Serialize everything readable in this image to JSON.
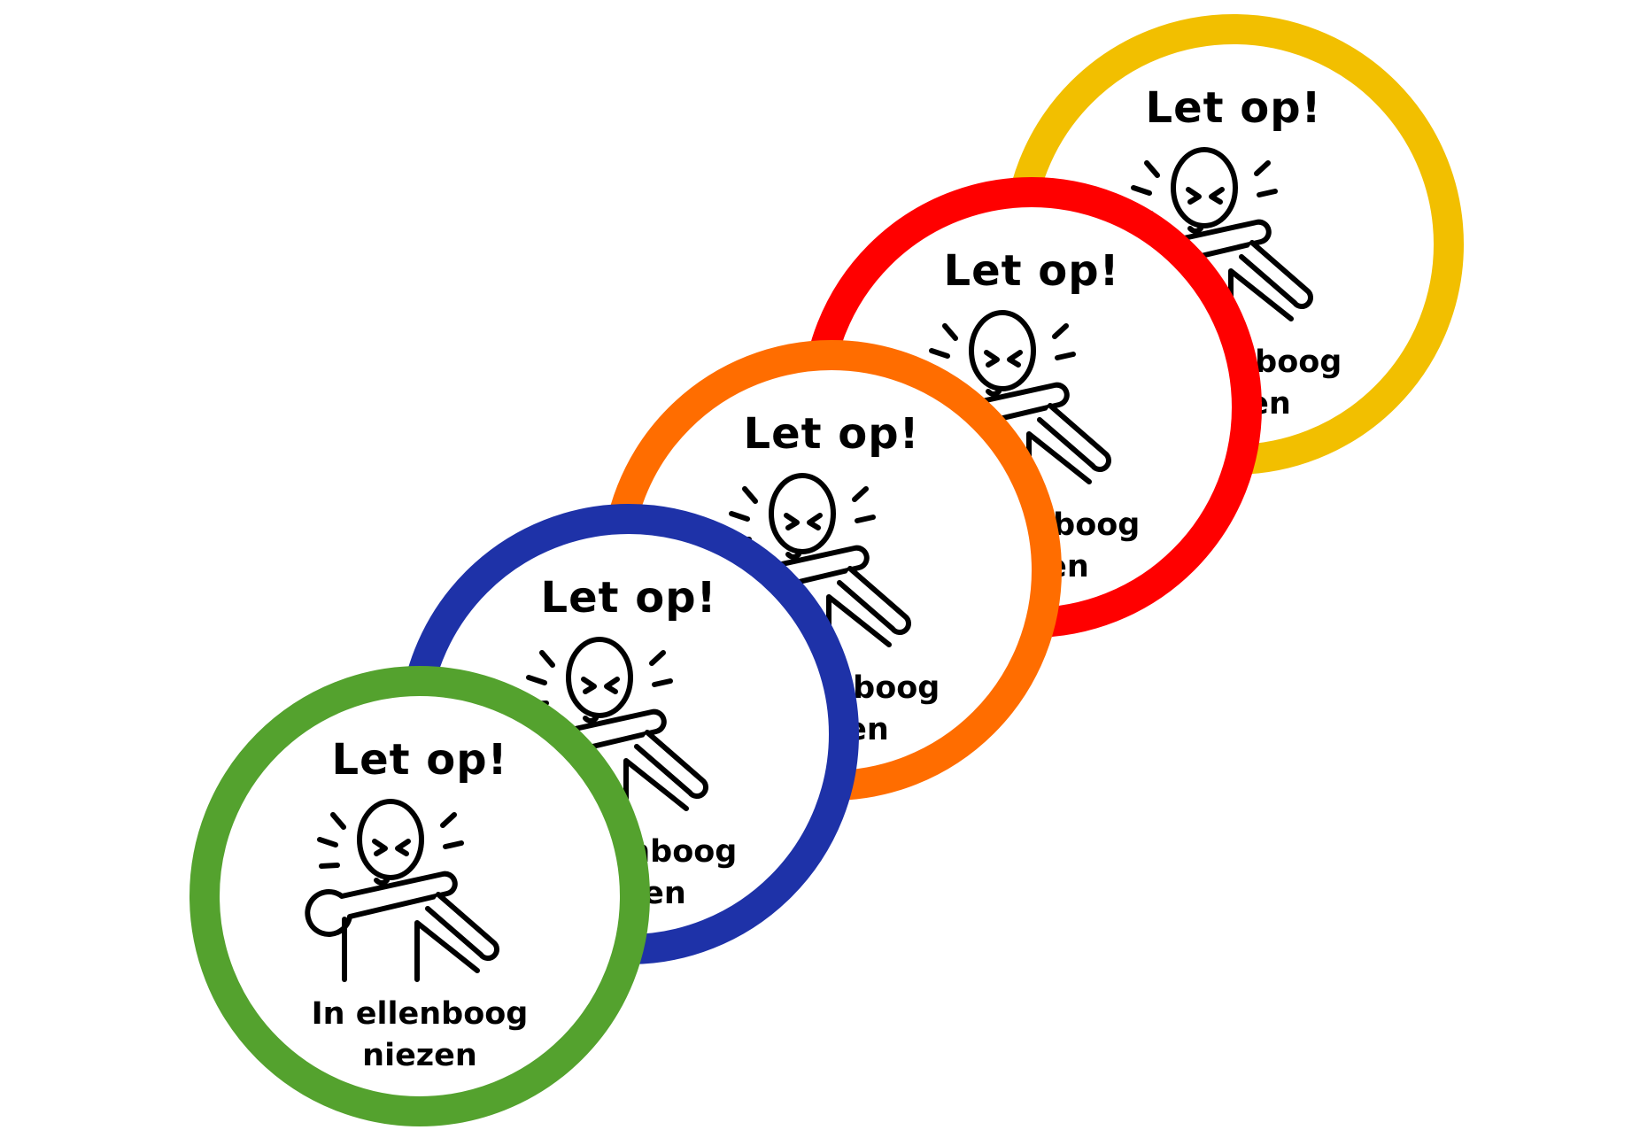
{
  "stickers": [
    {
      "ring_color": "#F2BF00",
      "title": "Let op!",
      "caption_line1": "In ellenboog",
      "caption_line2": "niezen",
      "icon": "sneezing-person-icon"
    },
    {
      "ring_color": "#FF0000",
      "title": "Let op!",
      "caption_line1": "In ellenboog",
      "caption_line2": "niezen",
      "icon": "sneezing-person-icon"
    },
    {
      "ring_color": "#FF6D00",
      "title": "Let op!",
      "caption_line1": "In ellenboog",
      "caption_line2": "niezen",
      "icon": "sneezing-person-icon"
    },
    {
      "ring_color": "#1E32A8",
      "title": "Let op!",
      "caption_line1": "In ellenboog",
      "caption_line2": "niezen",
      "icon": "sneezing-person-icon"
    },
    {
      "ring_color": "#54A22E",
      "title": "Let op!",
      "caption_line1": "In ellenboog",
      "caption_line2": "niezen",
      "icon": "sneezing-person-icon"
    }
  ]
}
